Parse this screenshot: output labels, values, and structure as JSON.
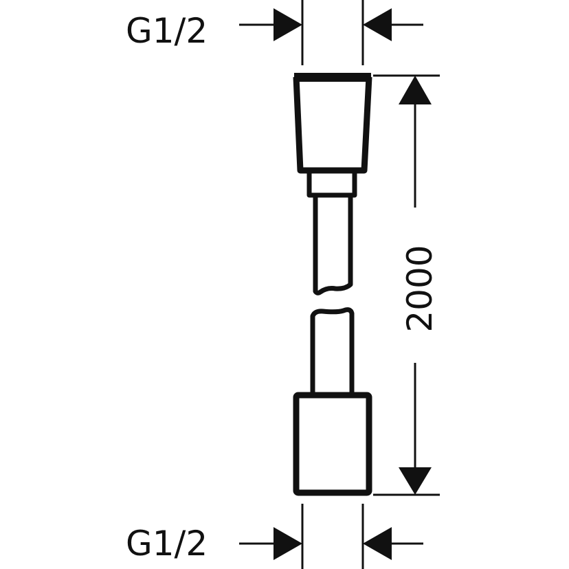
{
  "drawing": {
    "subject": "shower hose technical drawing",
    "top_connection": {
      "label": "G1/2"
    },
    "bottom_connection": {
      "label": "G1/2"
    },
    "length_dimension": {
      "label": "2000"
    },
    "colors": {
      "line": "#111111",
      "background": "#ffffff"
    }
  }
}
